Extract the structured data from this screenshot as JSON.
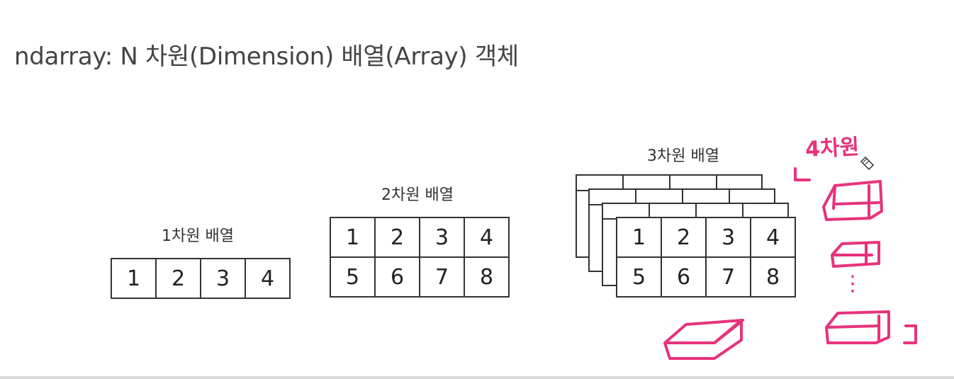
{
  "slide": {
    "title": "ndarray: N 차원(Dimension) 배열(Array) 객체"
  },
  "arrays": {
    "one_d": {
      "caption": "1차원 배열",
      "cells": [
        "1",
        "2",
        "3",
        "4"
      ]
    },
    "two_d": {
      "caption": "2차원 배열",
      "rows": [
        [
          "1",
          "2",
          "3",
          "4"
        ],
        [
          "5",
          "6",
          "7",
          "8"
        ]
      ]
    },
    "three_d": {
      "caption": "3차원 배열",
      "rows": [
        [
          "1",
          "2",
          "3",
          "4"
        ],
        [
          "5",
          "6",
          "7",
          "8"
        ]
      ]
    }
  },
  "annotations": {
    "handwritten_label": "4차원",
    "color": "#e8327c",
    "ellipsis": "⋮"
  },
  "colors": {
    "grid_line": "#333333",
    "text": "#444444",
    "ink": "#e8327c"
  }
}
